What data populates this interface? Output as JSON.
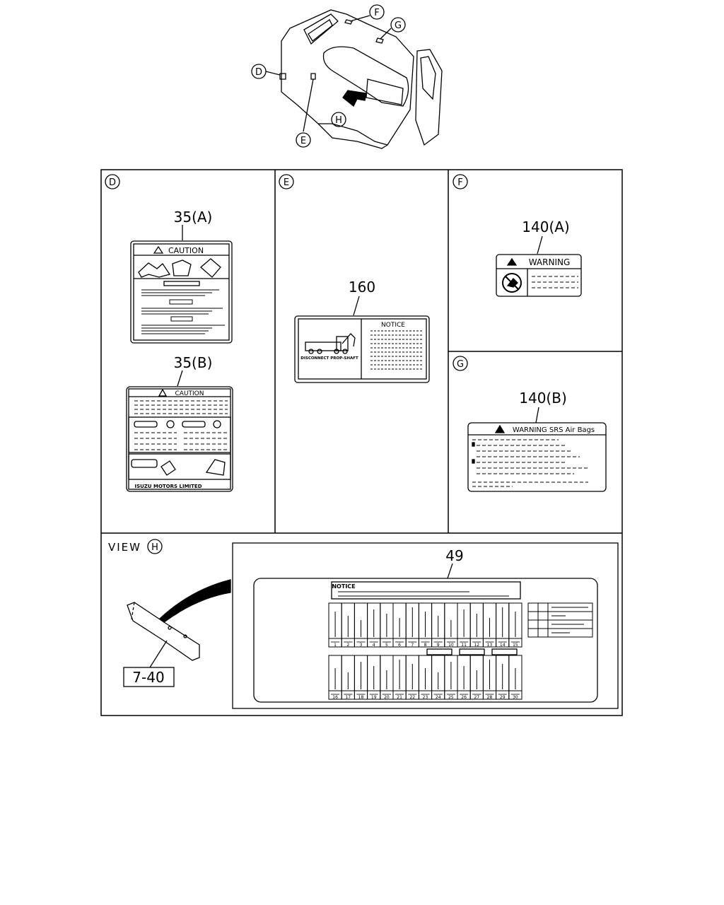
{
  "callouts": {
    "d": "D",
    "e": "E",
    "f": "F",
    "g": "G",
    "h": "H"
  },
  "panels": {
    "d": {
      "part_a": "35(A)",
      "part_b": "35(B)",
      "label_a_header": "CAUTION",
      "label_b_header": "CAUTION",
      "label_b_footer": "ISUZU MOTORS LIMITED"
    },
    "e": {
      "part": "160",
      "notice": "NOTICE",
      "caption": "DISCONNECT PROP-SHAFT"
    },
    "f": {
      "part": "140(A)",
      "header": "WARNING"
    },
    "g": {
      "part": "140(B)",
      "header": "WARNING SRS Air Bags"
    },
    "h": {
      "view": "VIEW",
      "ref": "7-40",
      "part": "49",
      "notice": "NOTICE",
      "numbers_top": [
        "1",
        "2",
        "3",
        "4",
        "5",
        "6",
        "7",
        "8",
        "9",
        "10",
        "11",
        "12",
        "13",
        "14",
        "15"
      ],
      "numbers_bottom": [
        "16",
        "17",
        "18",
        "19",
        "20",
        "21",
        "22",
        "23",
        "24",
        "25",
        "26",
        "27",
        "28",
        "29",
        "30"
      ]
    }
  }
}
